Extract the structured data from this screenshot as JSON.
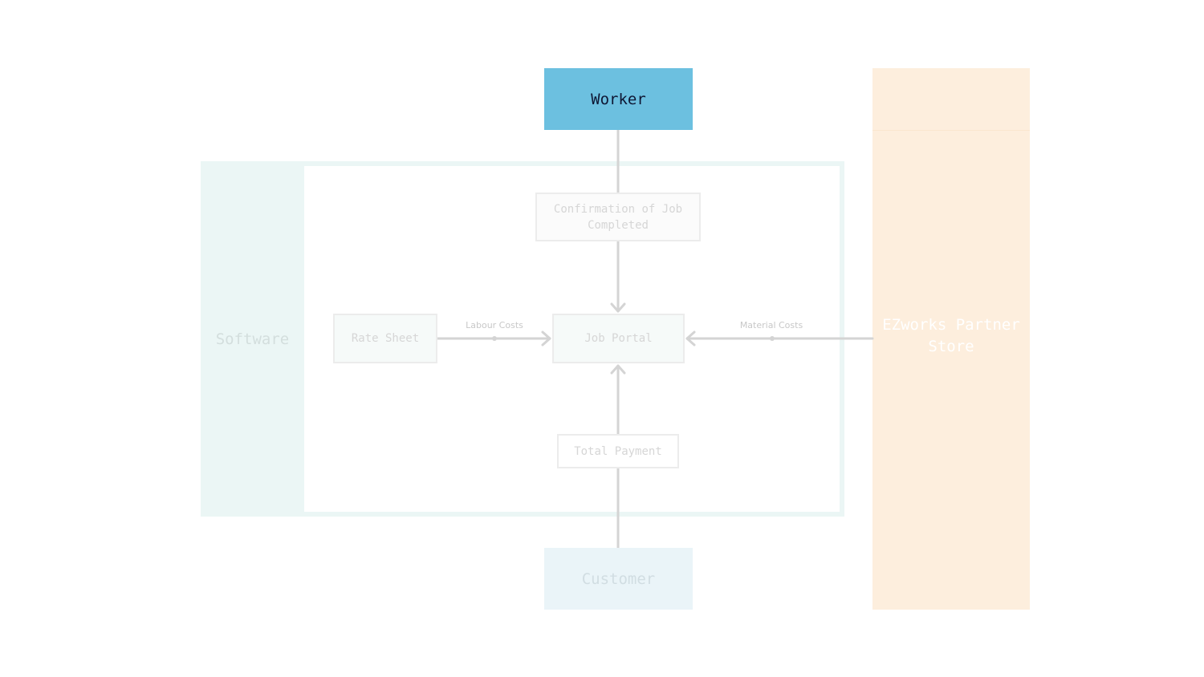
{
  "nodes": {
    "worker": "Worker",
    "software": "Software",
    "confirmation": "Confirmation of Job Completed",
    "rate_sheet": "Rate Sheet",
    "job_portal": "Job Portal",
    "total_payment": "Total Payment",
    "customer": "Customer",
    "partner_store": "EZworks Partner Store"
  },
  "edges": {
    "labour_costs": "Labour Costs",
    "material_costs": "Material Costs"
  },
  "colors": {
    "worker": "#6cc0e0",
    "software": "#ebf6f5",
    "partner_store": "#fdeedd",
    "customer": "#eaf4f8",
    "connector": "#d4d4d4"
  }
}
